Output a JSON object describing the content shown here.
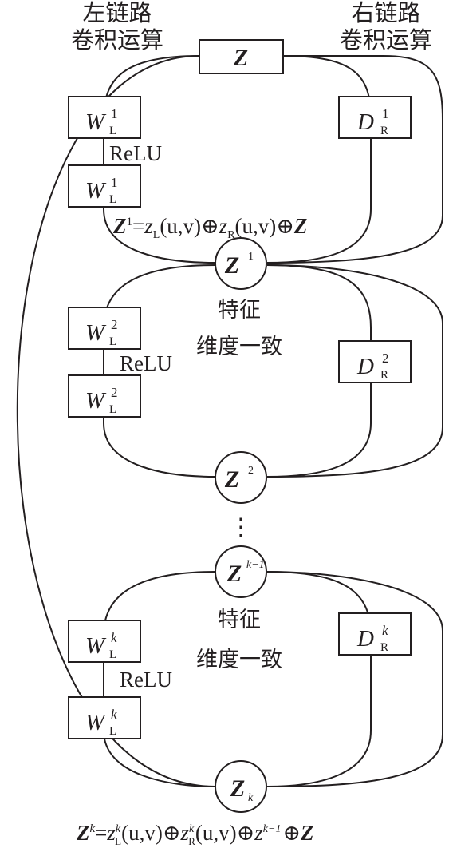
{
  "headers": {
    "left": [
      "左链路",
      "卷积运算"
    ],
    "right": [
      "右链路",
      "卷积运算"
    ]
  },
  "input_node": {
    "symbol": "Z"
  },
  "stages": [
    {
      "left_box_1": {
        "base": "W",
        "sub": "L",
        "sup": "1"
      },
      "left_box_2": {
        "base": "W",
        "sub": "L",
        "sup": "1"
      },
      "activation": "ReLU",
      "right_box": {
        "base": "D",
        "sub": "R",
        "sup": "1"
      },
      "output_node": {
        "base": "Z",
        "sup": "1"
      },
      "formula": {
        "lhs": "Z",
        "lhs_sup": "1",
        "eq": "=",
        "t1": "z",
        "t1_sub": "L",
        "t1_args": "(u,v)",
        "op1": "⊕",
        "t2": "z",
        "t2_sub": "R",
        "t2_args": "(u,v)",
        "op2": "⊕",
        "t3": "Z"
      }
    },
    {
      "left_box_1": {
        "base": "W",
        "sub": "L",
        "sup": "2"
      },
      "left_box_2": {
        "base": "W",
        "sub": "L",
        "sup": "2"
      },
      "activation": "ReLU",
      "right_box": {
        "base": "D",
        "sub": "R",
        "sup": "2"
      },
      "output_node": {
        "base": "Z",
        "sup": "2"
      },
      "note": [
        "特征",
        "维度一致"
      ]
    },
    {
      "input_node": {
        "base": "Z",
        "sup": "k−1"
      },
      "left_box_1": {
        "base": "W",
        "sub": "L",
        "sup": "k"
      },
      "left_box_2": {
        "base": "W",
        "sub": "L",
        "sup": "k"
      },
      "activation": "ReLU",
      "right_box": {
        "base": "D",
        "sub": "R",
        "sup": "k"
      },
      "output_node": {
        "base": "Z",
        "sub": "k"
      },
      "note": [
        "特征",
        "维度一致"
      ],
      "formula": {
        "lhs": "Z",
        "lhs_sup": "k",
        "eq": "=",
        "t1": "z",
        "t1_sub": "L",
        "t1_sup": "k",
        "t1_args": "(u,v)",
        "op1": "⊕",
        "t2": "z",
        "t2_sub": "R",
        "t2_sup": "k",
        "t2_args": "(u,v)",
        "op2": "⊕",
        "t3": "z",
        "t3_sup": "k−1",
        "op3": "⊕",
        "t4": "Z"
      }
    }
  ],
  "ellipsis": "⋮"
}
